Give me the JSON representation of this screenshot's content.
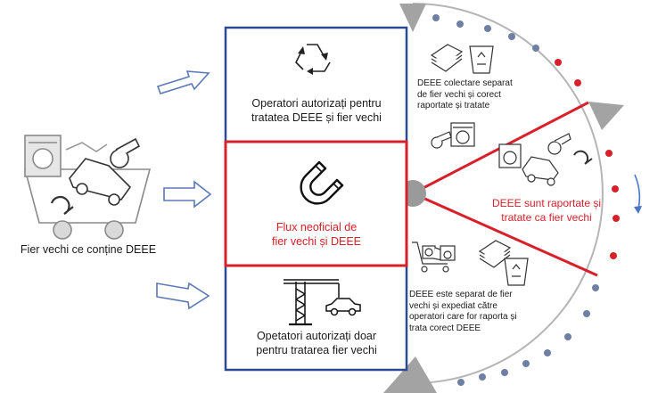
{
  "left": {
    "caption": "Fier vechi ce conține DEEE"
  },
  "boxes": [
    {
      "id": "authorized",
      "text_line1": "Operatori autorizați pentru",
      "text_line2": "tratatea DEEE și fier vechi",
      "icon": "recycle-icon"
    },
    {
      "id": "informal",
      "text_line1": "Flux neoficial de",
      "text_line2": "fier vechi și DEEE",
      "icon": "magnet-icon"
    },
    {
      "id": "scrap-only",
      "text_line1": "Opetatori autorizați doar",
      "text_line2": "pentru tratarea fier vechi",
      "icon": "crane-icon"
    }
  ],
  "wheel": {
    "top_text": "DEEE colectare separat de fier vechi și corect raportate și tratate",
    "middle_text_line1": "DEEE sunt raportate și",
    "middle_text_line2": "tratate ca fier vechi",
    "bottom_text": "DEEE este separat de fier vechi și expediat către operatori care for raporta și trata corect DEEE"
  },
  "colors": {
    "blue": "#2b4a93",
    "red": "#d8202a",
    "gray": "#9a9a9a",
    "dot_blue": "#6f7fa3",
    "dot_red": "#d8202a",
    "arrow": "#5b78b7"
  }
}
